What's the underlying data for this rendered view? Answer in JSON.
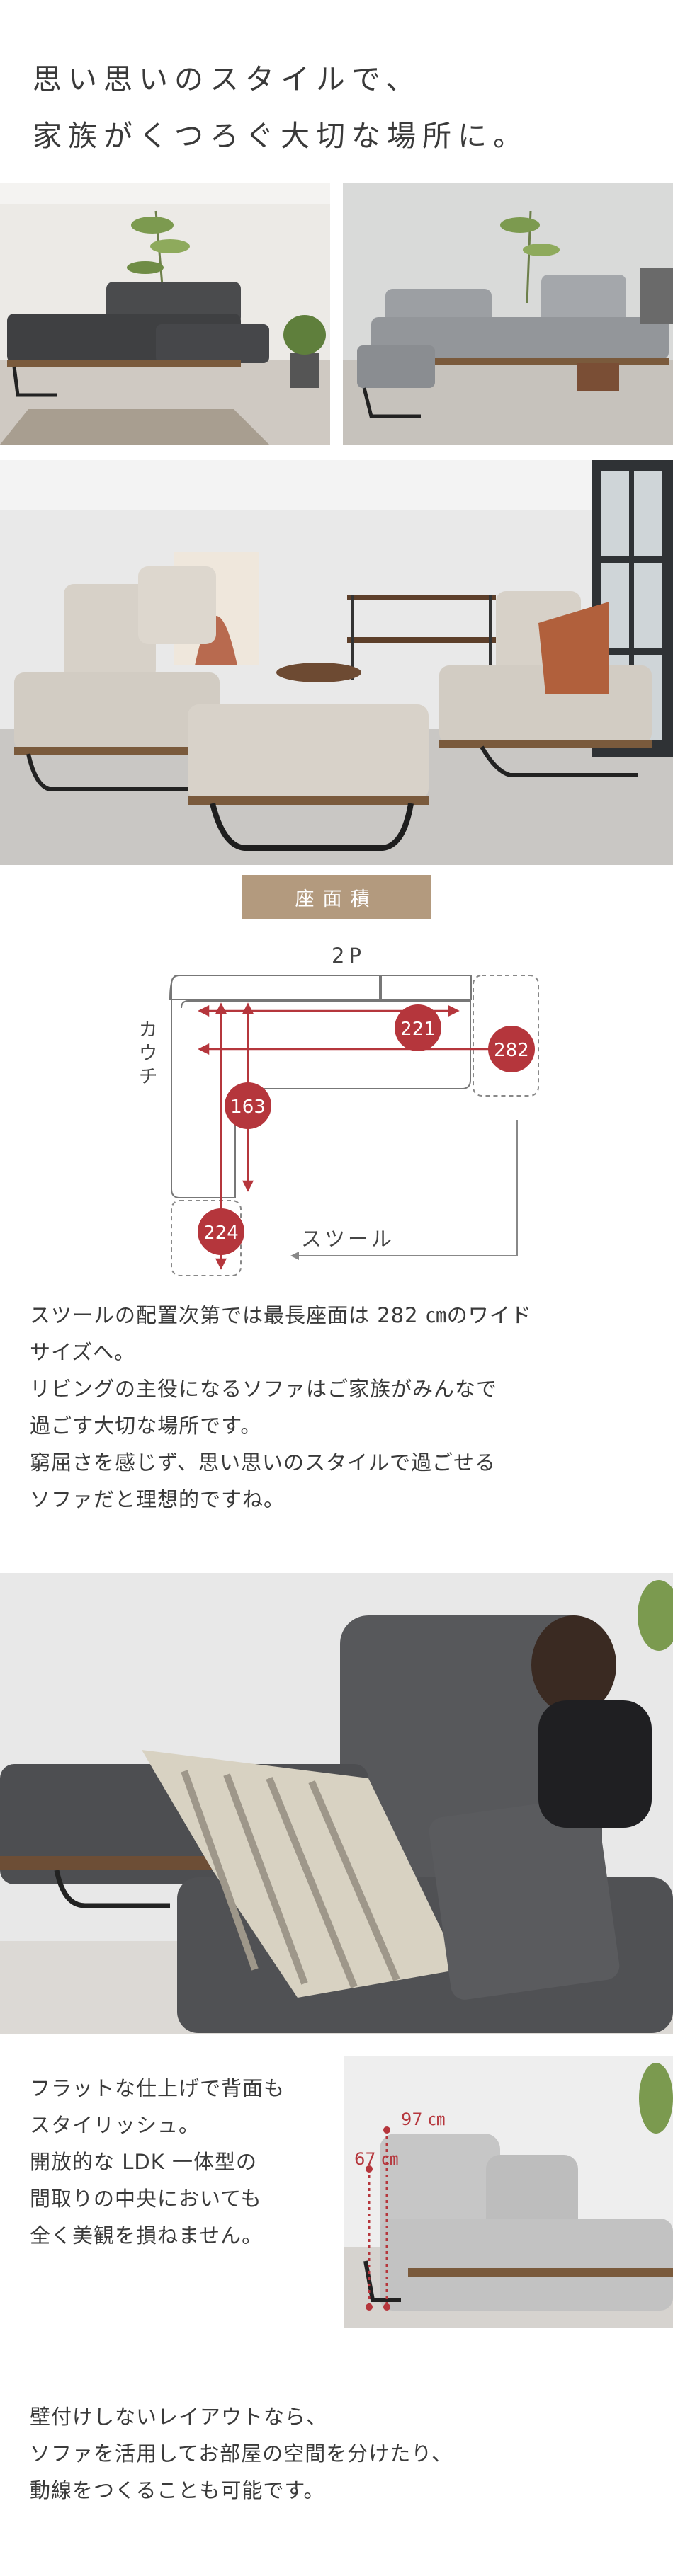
{
  "headline": {
    "line1": "思い思いのスタイルで、",
    "line2": "家族がくつろぐ大切な場所に。"
  },
  "badge_label": "座面積",
  "diagram": {
    "label_2p": "2P",
    "label_couch": "カウチ",
    "label_stool": "スツール",
    "dim_221": "221",
    "dim_282": "282",
    "dim_163": "163",
    "dim_224": "224"
  },
  "section1": {
    "lines": [
      "スツールの配置次第では最長座面は 282 ㎝のワイド",
      "サイズへ。",
      "リビングの主役になるソファはご家族がみんなで",
      "過ごす大切な場所です。",
      "窮屈さを感じず、思い思いのスタイルで過ごせる",
      "ソファだと理想的ですね。"
    ]
  },
  "section2": {
    "lines": [
      "フラットな仕上げで背面も",
      "スタイリッシュ。",
      "開放的な LDK 一体型の",
      "間取りの中央においても",
      "全く美観を損ねません。"
    ],
    "height_back": "97 ㎝",
    "height_seat": "67 ㎝"
  },
  "section3": {
    "lines": [
      "壁付けしないレイアウトなら、",
      "ソファを活用してお部屋の空間を分けたり、",
      "動線をつくることも可能です。"
    ]
  },
  "colors": {
    "accent_red": "#b5363c",
    "badge_bg": "#b39a7e",
    "text": "#3a3a3a"
  }
}
